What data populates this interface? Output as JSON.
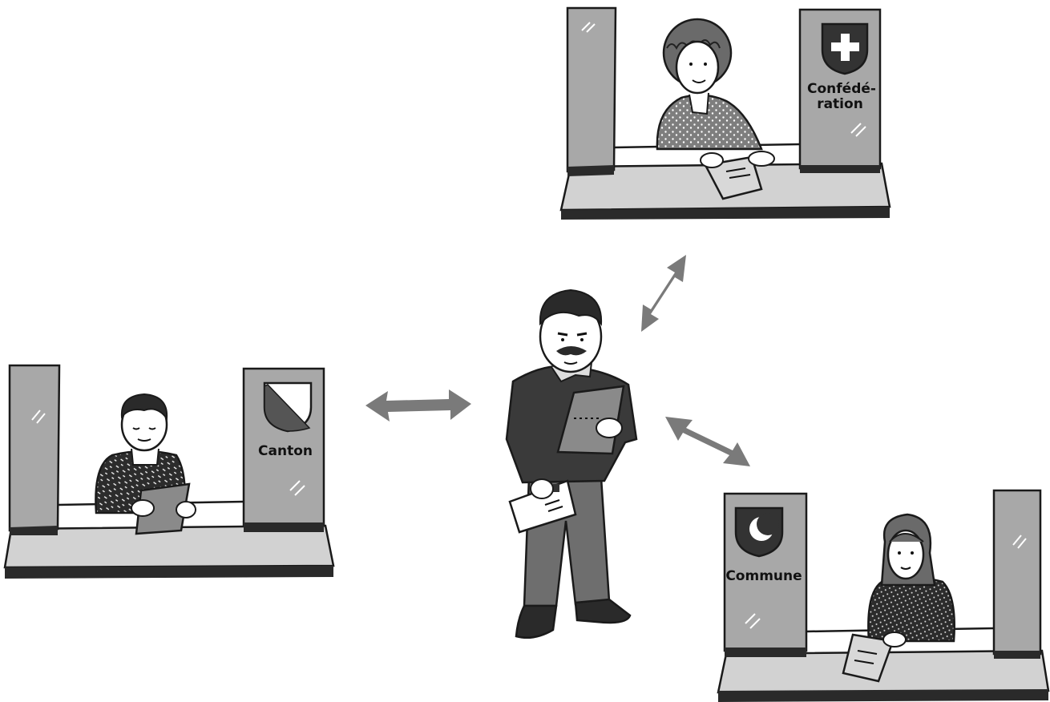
{
  "booths": {
    "federal": {
      "label_line1": "Confédé-",
      "label_line2": "ration",
      "emblem": "swiss-cross-shield"
    },
    "canton": {
      "label": "Canton",
      "emblem": "zurich-diagonal-shield"
    },
    "commune": {
      "label": "Commune",
      "emblem": "crescent-moon-shield"
    }
  },
  "colors": {
    "booth_grey": "#a8a8a8",
    "counter_grey": "#d2d2d2",
    "arrow_grey": "#7a7a7a",
    "outline": "#1a1a1a"
  }
}
